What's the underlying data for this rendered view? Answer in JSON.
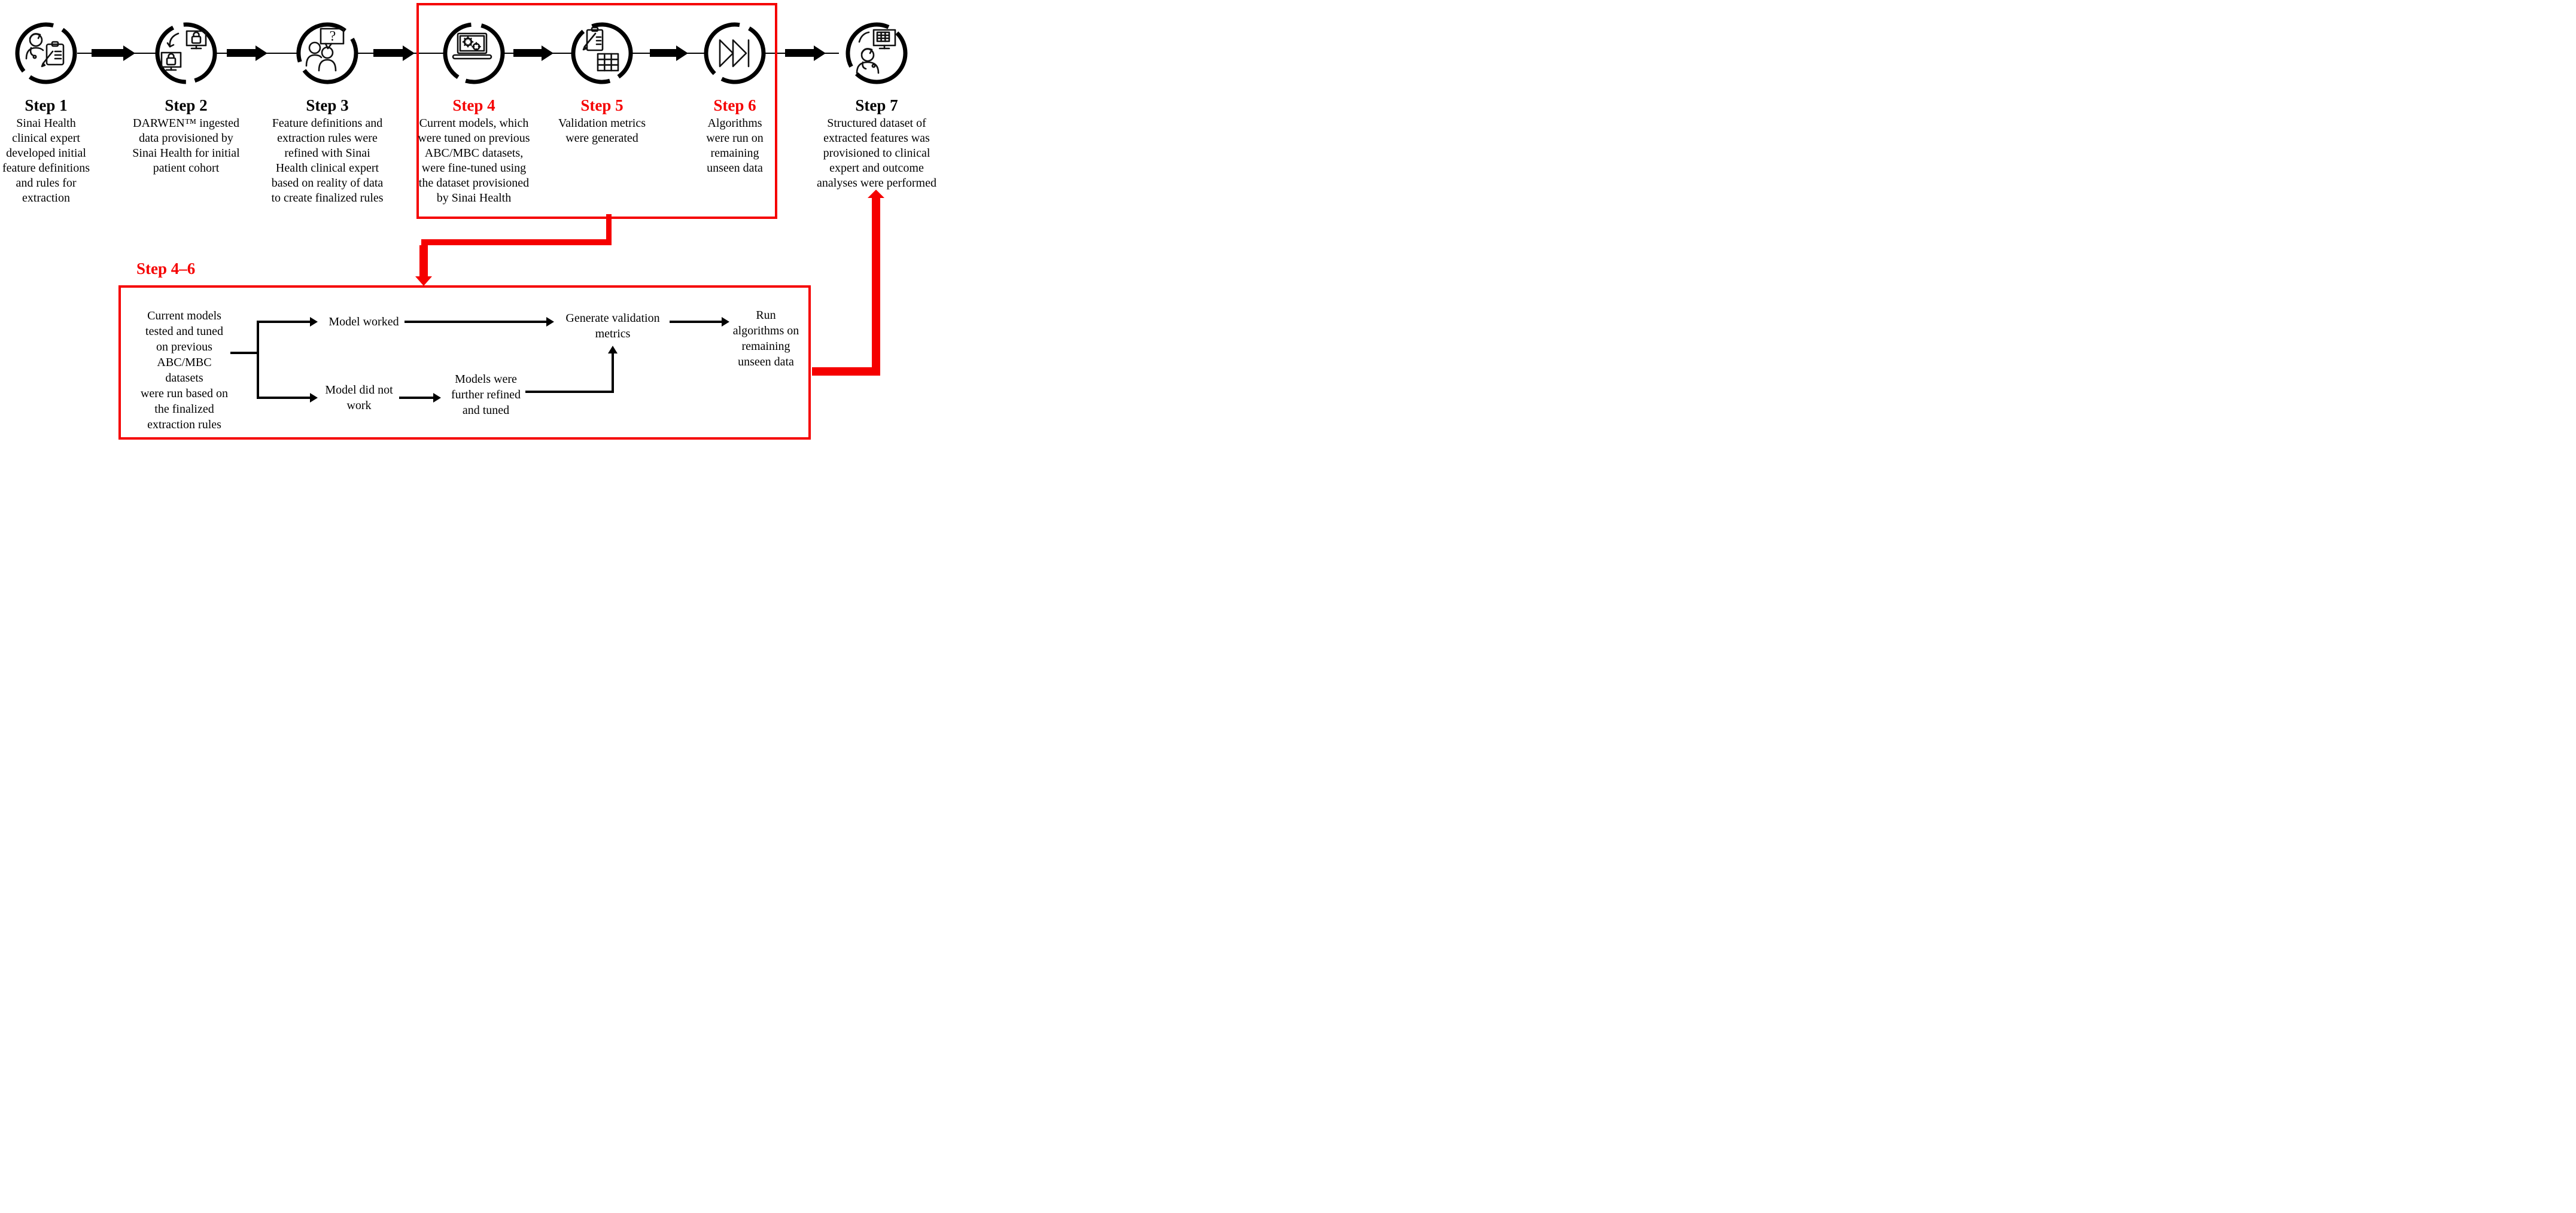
{
  "colors": {
    "accent": "#f50000",
    "ink": "#000000",
    "background": "#ffffff"
  },
  "steps": [
    {
      "label": "Step 1",
      "highlighted": false,
      "icon": "clinician-writing-clipboard-icon",
      "desc": "Sinai Health\nclinical expert\ndeveloped initial\nfeature definitions\nand rules for\nextraction"
    },
    {
      "label": "Step 2",
      "highlighted": false,
      "icon": "secure-data-transfer-monitors-icon",
      "desc": "DARWEN™ ingested\ndata provisioned by\nSinai Health for initial\npatient cohort"
    },
    {
      "label": "Step 3",
      "highlighted": false,
      "icon": "people-question-discussion-icon",
      "desc": "Feature definitions and\nextraction rules were\nrefined with Sinai\nHealth clinical expert\nbased on reality of data\nto create finalized rules"
    },
    {
      "label": "Step 4",
      "highlighted": true,
      "icon": "laptop-gears-icon",
      "desc": "Current models, which\nwere tuned on previous\nABC/MBC datasets,\nwere fine-tuned using\nthe dataset provisioned\nby Sinai Health"
    },
    {
      "label": "Step 5",
      "highlighted": true,
      "icon": "clipboard-table-metrics-icon",
      "desc": "Validation metrics\nwere generated"
    },
    {
      "label": "Step 6",
      "highlighted": true,
      "icon": "fast-forward-icon",
      "desc": "Algorithms\nwere run on\nremaining\nunseen data"
    },
    {
      "label": "Step 7",
      "highlighted": false,
      "icon": "clinician-monitor-dataset-icon",
      "desc": "Structured dataset of\nextracted features was\nprovisioned to clinical\nexpert and outcome\nanalyses were performed"
    }
  ],
  "overlay": {
    "label": "Step 4–6"
  },
  "flow": {
    "source": "Current models\ntested and tuned\non previous\nABC/MBC\ndatasets\nwere run based on\nthe finalized\nextraction rules",
    "model_worked": "Model worked",
    "model_did_not_work": "Model did not\nwork",
    "models_refined": "Models were\nfurther refined\nand tuned",
    "generate_metrics": "Generate validation\nmetrics",
    "run_algorithms": "Run\nalgorithms on\nremaining\nunseen data"
  },
  "icon_glyphs": {
    "question_mark": "?"
  }
}
